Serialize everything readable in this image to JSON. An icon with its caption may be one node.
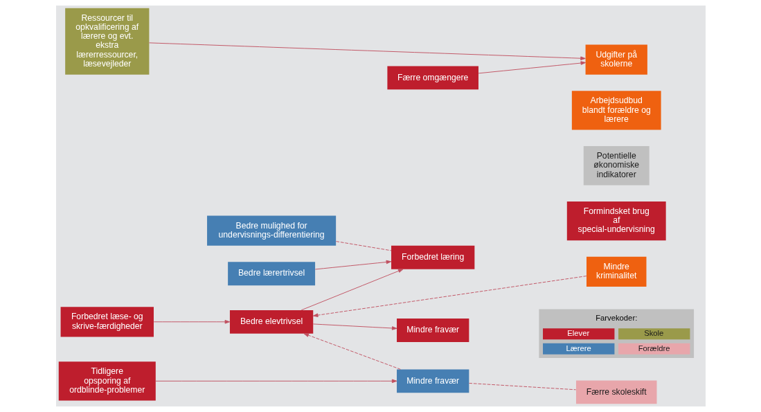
{
  "diagram": {
    "nodes": [
      {
        "text": [
          "Bedre mulighed for undervisnings-differentiering"
        ]
      },
      {
        "text": [
          "Forbedret læring"
        ]
      },
      {
        "text": [
          "Formindsket brug af special-undervisning"
        ]
      },
      {
        "text": [
          "Potentielle økonomiske indikatorer"
        ]
      },
      {
        "text": [
          "Tidligere opsporing af ordblinde-problemer"
        ]
      },
      {
        "text": [
          "Arbejdsudbud blandt forældre og lærere"
        ]
      },
      {
        "text": [
          "Ressourcer til opkvalificering af lærere og evt. ekstra lærerressourcer, læsevejleder"
        ]
      },
      {
        "text": [
          "Udgifter på skolerne"
        ]
      },
      {
        "text": [
          "Mindre fravær"
        ]
      },
      {
        "text": [
          "Bedre lærertrivsel"
        ]
      },
      {
        "text": [
          "Færre skoleskift"
        ]
      },
      {
        "text": [
          "Mindre fravær"
        ]
      },
      {
        "text": [
          "Mindre kriminalitet"
        ]
      },
      {
        "text": [
          "Forbedret læse- og skrive-færdigheder"
        ]
      },
      {
        "text": [
          "Bedre elevtrivsel"
        ]
      },
      {
        "text": [
          "Færre omgængere"
        ]
      }
    ],
    "edges": [
      {
        "from": 0,
        "to": 1,
        "arrow": "none",
        "style": "dashed"
      },
      {
        "from": 4,
        "to": 11,
        "arrow": "to"
      },
      {
        "from": 6,
        "to": 7,
        "arrow": "to"
      },
      {
        "from": 9,
        "to": 1,
        "arrow": "to"
      },
      {
        "from": 14,
        "to": 1,
        "arrow": "to"
      },
      {
        "from": 14,
        "to": 8,
        "arrow": "to"
      },
      {
        "from": 13,
        "to": 14,
        "arrow": "to"
      },
      {
        "from": 11,
        "to": 10,
        "arrow": "none",
        "style": "dashed"
      },
      {
        "from": 11,
        "to": 14,
        "arrow": "to",
        "style": "dashed"
      },
      {
        "from": 12,
        "to": 14,
        "arrow": "to",
        "style": "dashed"
      },
      {
        "from": 15,
        "to": 7,
        "arrow": "to"
      }
    ],
    "labels": [
      "Farvekoder:"
    ],
    "legend": [
      {
        "text": "Elever",
        "color": "#be1e2d"
      },
      {
        "text": "Skole",
        "color": "#9a9a4a"
      },
      {
        "text": "Lærere",
        "color": "#467fb3"
      },
      {
        "text": "Forældre",
        "color": "#e8a6ab"
      }
    ]
  }
}
